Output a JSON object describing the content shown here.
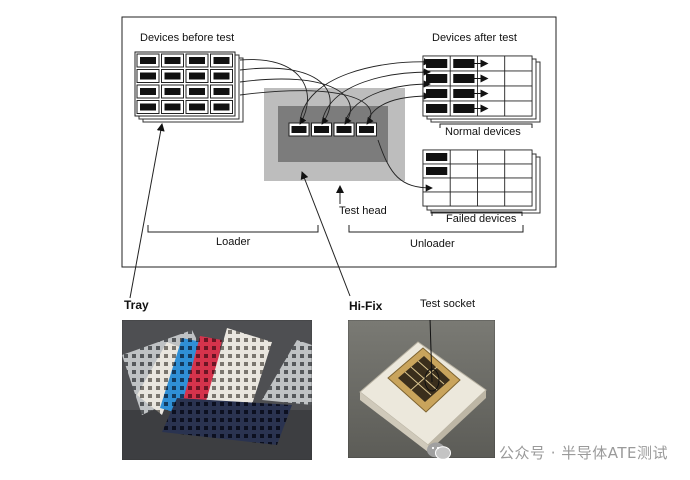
{
  "diagram": {
    "devices_before_test": "Devices before test",
    "devices_after_test": "Devices after test",
    "normal_devices": "Normal devices",
    "failed_devices": "Failed devices",
    "test_head": "Test head",
    "loader": "Loader",
    "unloader": "Unloader"
  },
  "photos": {
    "tray_label": "Tray",
    "hifix_label": "Hi-Fix",
    "test_socket_label": "Test socket"
  },
  "watermark": {
    "text": "公众号 · 半导体ATE测试"
  }
}
